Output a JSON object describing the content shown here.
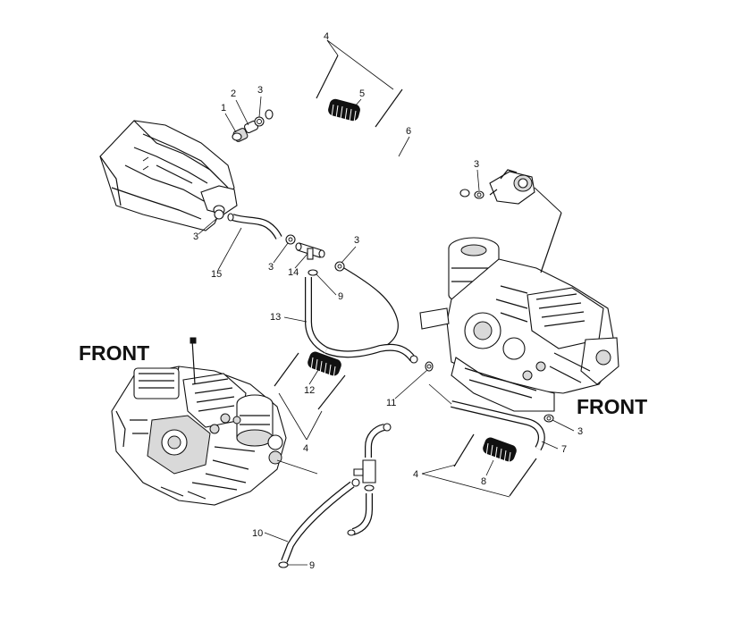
{
  "front_labels": {
    "left": "FRONT",
    "right": "FRONT"
  },
  "callouts": {
    "c1": "1",
    "c2": "2",
    "c3a": "3",
    "c3b": "3",
    "c3c": "3",
    "c3d": "3",
    "c3e": "3",
    "c3f": "3",
    "c4a": "4",
    "c4b": "4",
    "c4c": "4",
    "c5": "5",
    "c6": "6",
    "c7": "7",
    "c8": "8",
    "c9a": "9",
    "c9b": "9",
    "c10": "10",
    "c11": "11",
    "c12": "12",
    "c13": "13",
    "c14": "14",
    "c15": "15"
  }
}
